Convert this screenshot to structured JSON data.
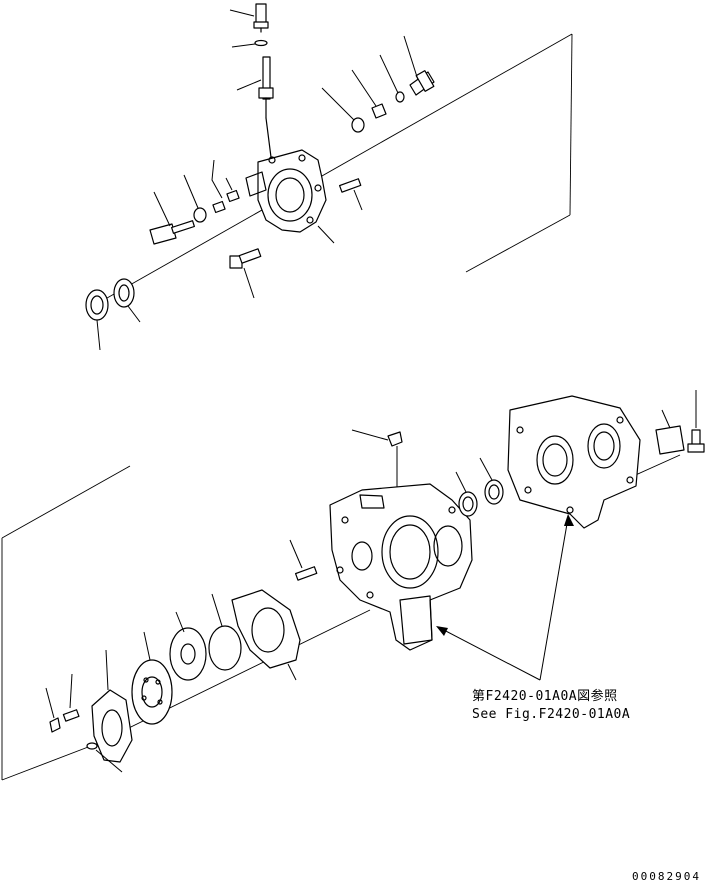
{
  "reference": {
    "line_jp": "第F2420-01A0A図参照",
    "line_en": "See Fig.F2420-01A0A"
  },
  "drawing_code": "00082904"
}
